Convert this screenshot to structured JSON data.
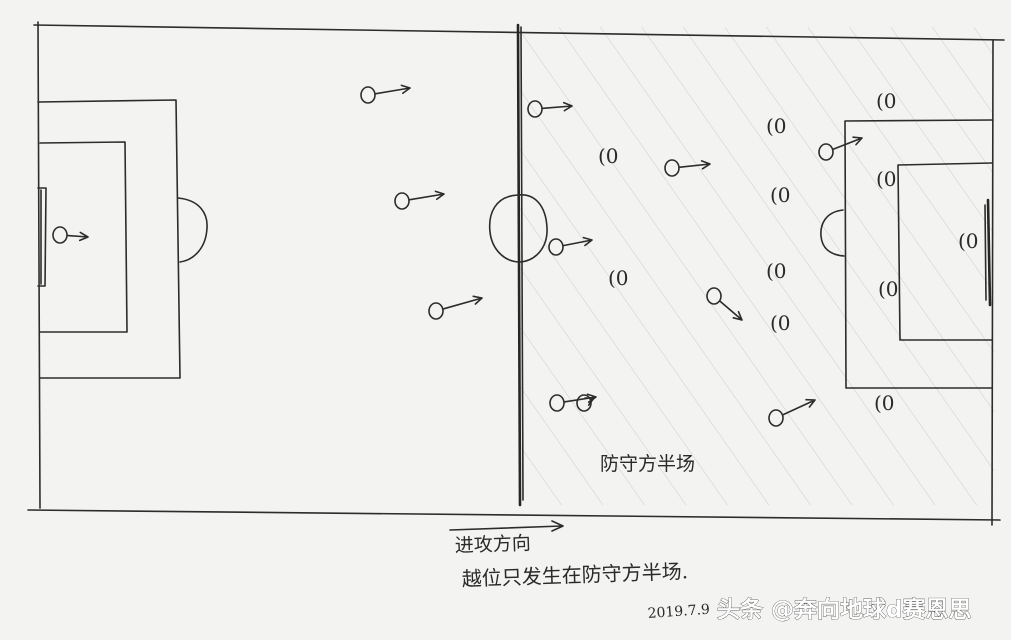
{
  "labels": {
    "defending_half": "防守方半场",
    "attack_direction": "进攻方向",
    "offside_note": "越位只发生在防守方半场.",
    "date": "2019.7.9",
    "watermark": "头条 @奔向地球d赛恩思"
  },
  "defender_symbol": "(0",
  "colors": {
    "paper": "#f3f3f1",
    "ink": "#2c2c2c",
    "hatch": "#c9c9c9"
  }
}
